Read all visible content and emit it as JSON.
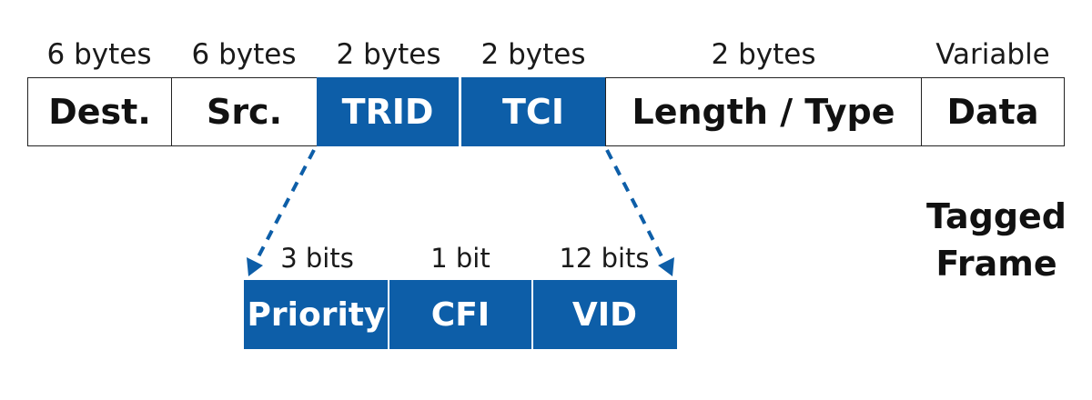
{
  "frame": {
    "fields": [
      {
        "size": "6 bytes",
        "label": "Dest."
      },
      {
        "size": "6 bytes",
        "label": "Src."
      },
      {
        "size": "2 bytes",
        "label": "TRID"
      },
      {
        "size": "2 bytes",
        "label": "TCI"
      },
      {
        "size": "2 bytes",
        "label": "Length / Type"
      },
      {
        "size": "Variable",
        "label": "Data"
      }
    ]
  },
  "tci_breakdown": {
    "subfields": [
      {
        "size": "3 bits",
        "label": "Priority"
      },
      {
        "size": "1 bit",
        "label": "CFI"
      },
      {
        "size": "12 bits",
        "label": "VID"
      }
    ]
  },
  "caption": {
    "line1": "Tagged",
    "line2": "Frame"
  },
  "colors": {
    "highlight": "#0d5ea8",
    "border": "#222222",
    "arrow": "#0d5ea8"
  }
}
